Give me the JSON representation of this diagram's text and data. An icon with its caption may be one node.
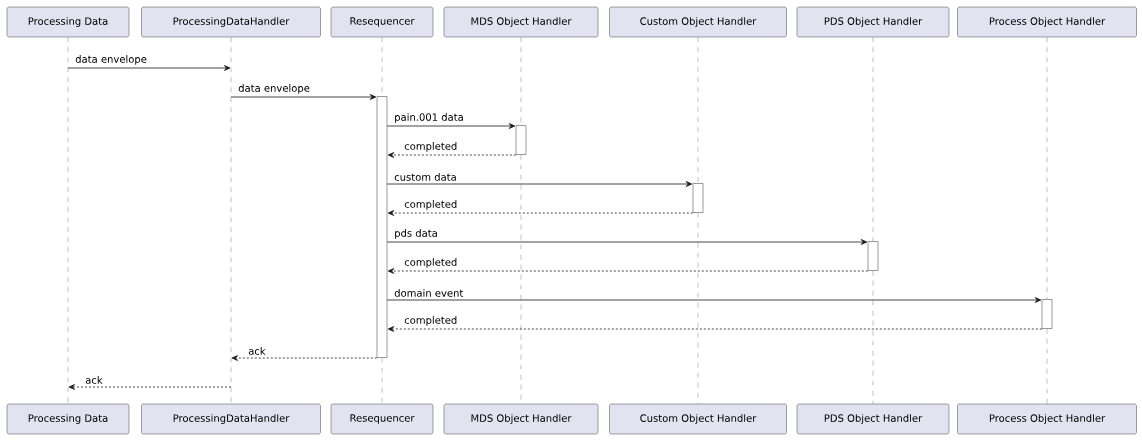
{
  "diagram": {
    "nodes": [
      {
        "text": [
          "Processing Data"
        ]
      },
      {
        "text": [
          "ProcessingDataHandler"
        ]
      },
      {
        "text": [
          "Resequencer"
        ]
      },
      {
        "text": [
          "MDS Object Handler"
        ]
      },
      {
        "text": [
          "Custom Object Handler"
        ]
      },
      {
        "text": [
          "PDS Object Handler"
        ]
      },
      {
        "text": [
          "Process Object Handler"
        ]
      },
      {
        "text": [
          "Processing Data"
        ]
      },
      {
        "text": [
          "ProcessingDataHandler"
        ]
      },
      {
        "text": [
          "Resequencer"
        ]
      },
      {
        "text": [
          "MDS Object Handler"
        ]
      },
      {
        "text": [
          "Custom Object Handler"
        ]
      },
      {
        "text": [
          "PDS Object Handler"
        ]
      },
      {
        "text": [
          "Process Object Handler"
        ]
      },
      {
        "text": [],
        "shape": "bar"
      },
      {
        "text": [],
        "shape": "bar"
      },
      {
        "text": [],
        "shape": "bar"
      },
      {
        "text": [],
        "shape": "bar"
      },
      {
        "text": [],
        "shape": "bar"
      }
    ],
    "edges": [
      {
        "from": 0,
        "to": 7,
        "arrow": "none",
        "style": "dashed",
        "color": "#808080"
      },
      {
        "from": 1,
        "to": 8,
        "arrow": "none",
        "style": "dashed",
        "color": "#808080"
      },
      {
        "from": 2,
        "to": 14,
        "arrow": "none",
        "style": "dashed",
        "color": "#808080"
      },
      {
        "from": 14,
        "to": 9,
        "arrow": "none",
        "style": "dashed",
        "color": "#808080"
      },
      {
        "from": 3,
        "to": 15,
        "arrow": "none",
        "style": "dashed",
        "color": "#808080"
      },
      {
        "from": 15,
        "to": 10,
        "arrow": "none",
        "style": "dashed",
        "color": "#808080"
      },
      {
        "from": 4,
        "to": 16,
        "arrow": "none",
        "style": "dashed",
        "color": "#808080"
      },
      {
        "from": 16,
        "to": 11,
        "arrow": "none",
        "style": "dashed",
        "color": "#808080"
      },
      {
        "from": 5,
        "to": 17,
        "arrow": "none",
        "style": "dashed",
        "color": "#808080"
      },
      {
        "from": 17,
        "to": 12,
        "arrow": "none",
        "style": "dashed",
        "color": "#808080"
      },
      {
        "from": 6,
        "to": 18,
        "arrow": "none",
        "style": "dashed",
        "color": "#808080"
      },
      {
        "from": 18,
        "to": 13,
        "arrow": "none",
        "style": "dashed",
        "color": "#808080"
      },
      {
        "from": 0,
        "to": 1,
        "arrow": "to",
        "label": "data envelope",
        "color": "#181818"
      },
      {
        "from": 1,
        "to": 14,
        "arrow": "to",
        "label": "data envelope",
        "color": "#181818"
      },
      {
        "from": 14,
        "to": 15,
        "arrow": "to",
        "label": "pain.001 data",
        "color": "#181818"
      },
      {
        "from": 15,
        "to": 14,
        "arrow": "to",
        "label": "completed",
        "style": "dashed",
        "color": "#181818"
      },
      {
        "from": 14,
        "to": 16,
        "arrow": "to",
        "label": "custom data",
        "color": "#181818"
      },
      {
        "from": 16,
        "to": 14,
        "arrow": "to",
        "label": "completed",
        "style": "dashed",
        "color": "#181818"
      },
      {
        "from": 14,
        "to": 17,
        "arrow": "to",
        "label": "pds data",
        "color": "#181818"
      },
      {
        "from": 17,
        "to": 14,
        "arrow": "to",
        "label": "completed",
        "style": "dashed",
        "color": "#181818"
      },
      {
        "from": 14,
        "to": 18,
        "arrow": "to",
        "label": "domain event",
        "color": "#181818"
      },
      {
        "from": 18,
        "to": 14,
        "arrow": "to",
        "label": "completed",
        "style": "dashed",
        "color": "#181818"
      },
      {
        "from": 14,
        "to": 8,
        "arrow": "to",
        "label": "ack",
        "style": "dashed",
        "color": "#181818"
      },
      {
        "from": 8,
        "to": 7,
        "arrow": "to",
        "label": "ack",
        "style": "dashed",
        "color": "#181818"
      }
    ]
  }
}
